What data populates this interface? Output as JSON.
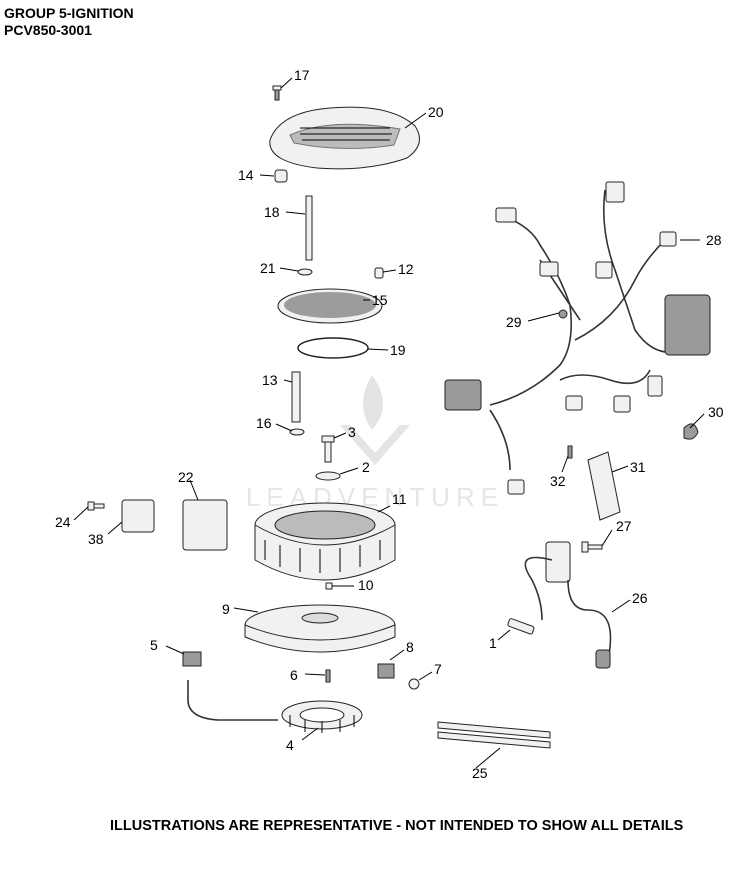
{
  "header": {
    "group": "GROUP 5-IGNITION",
    "model": "PCV850-3001"
  },
  "footer": {
    "disclaimer": "ILLUSTRATIONS ARE REPRESENTATIVE - NOT INTENDED TO SHOW ALL DETAILS"
  },
  "watermark": "LEADVENTURE",
  "callouts": [
    "1",
    "2",
    "3",
    "4",
    "5",
    "6",
    "7",
    "8",
    "9",
    "10",
    "11",
    "12",
    "13",
    "14",
    "15",
    "16",
    "17",
    "18",
    "19",
    "20",
    "21",
    "22",
    "24",
    "25",
    "26",
    "27",
    "28",
    "29",
    "30",
    "31",
    "32",
    "38"
  ]
}
